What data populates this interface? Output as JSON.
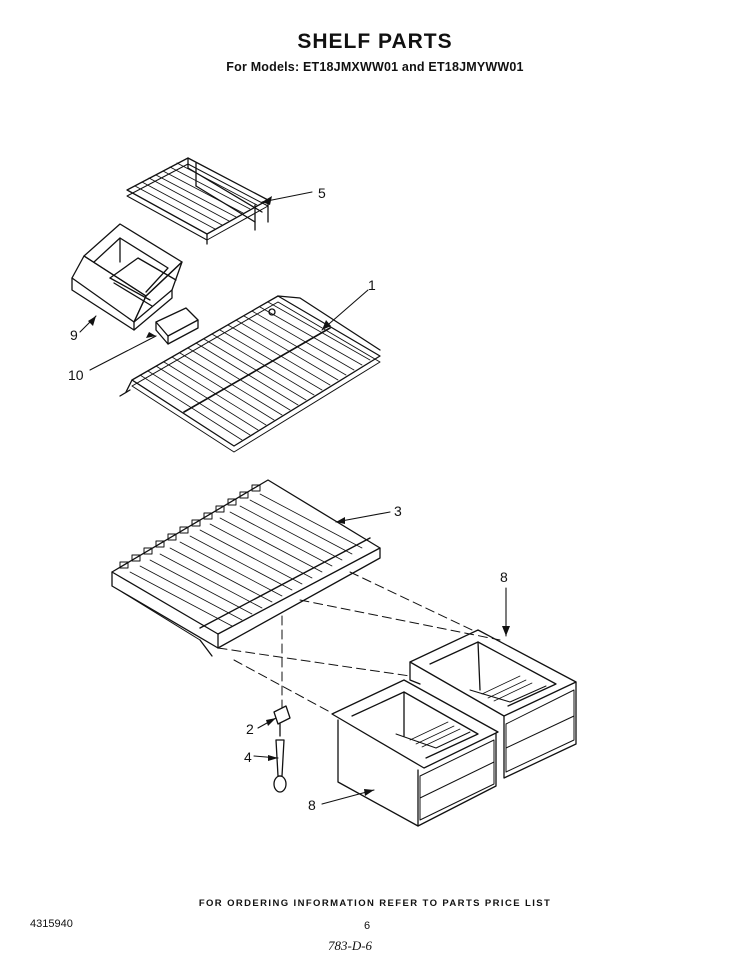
{
  "header": {
    "title": "SHELF PARTS",
    "subtitle": "For Models: ET18JMXWW01 and ET18JMYWW01"
  },
  "callouts": {
    "c5": "5",
    "c1": "1",
    "c9": "9",
    "c10": "10",
    "c3": "3",
    "c8a": "8",
    "c2": "2",
    "c4": "4",
    "c8b": "8"
  },
  "footer": {
    "ordering": "FOR ORDERING INFORMATION REFER TO PARTS PRICE LIST",
    "doc_number": "4315940",
    "page_number": "6",
    "handwritten": "783-D-6"
  }
}
